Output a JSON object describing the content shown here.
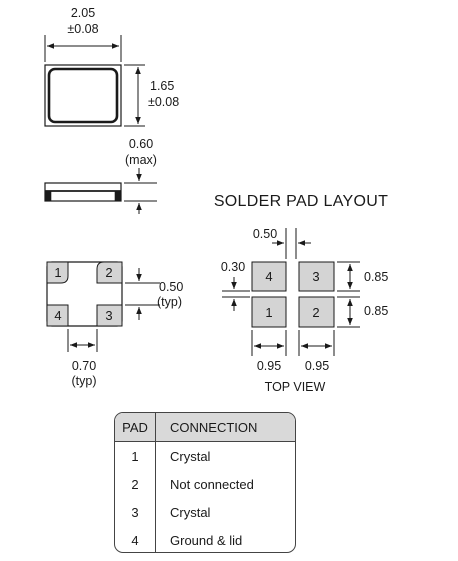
{
  "top_view_dims": {
    "width_value": "2.05",
    "width_tol": "±0.08",
    "height_value": "1.65",
    "height_tol": "±0.08"
  },
  "side_view_dims": {
    "thickness_value": "0.60",
    "thickness_note": "(max)"
  },
  "bottom_view": {
    "pads": [
      "1",
      "2",
      "4",
      "3"
    ],
    "pad_height_value": "0.50",
    "pad_height_note": "(typ)",
    "pad_width_value": "0.70",
    "pad_width_note": "(typ)"
  },
  "solder_layout": {
    "title": "SOLDER PAD LAYOUT",
    "gap_h": "0.50",
    "gap_v": "0.30",
    "pad_h_top": "0.85",
    "pad_h_bottom": "0.85",
    "pad_w_left": "0.95",
    "pad_w_right": "0.95",
    "pads": [
      "4",
      "3",
      "1",
      "2"
    ],
    "caption": "TOP VIEW",
    "pad_color": "#d4d4d4"
  },
  "pad_table": {
    "headers": [
      "PAD",
      "CONNECTION"
    ],
    "rows": [
      {
        "pad": "1",
        "connection": "Crystal"
      },
      {
        "pad": "2",
        "connection": "Not connected"
      },
      {
        "pad": "3",
        "connection": "Crystal"
      },
      {
        "pad": "4",
        "connection": "Ground & lid"
      }
    ],
    "header_color": "#d9d9d9"
  }
}
